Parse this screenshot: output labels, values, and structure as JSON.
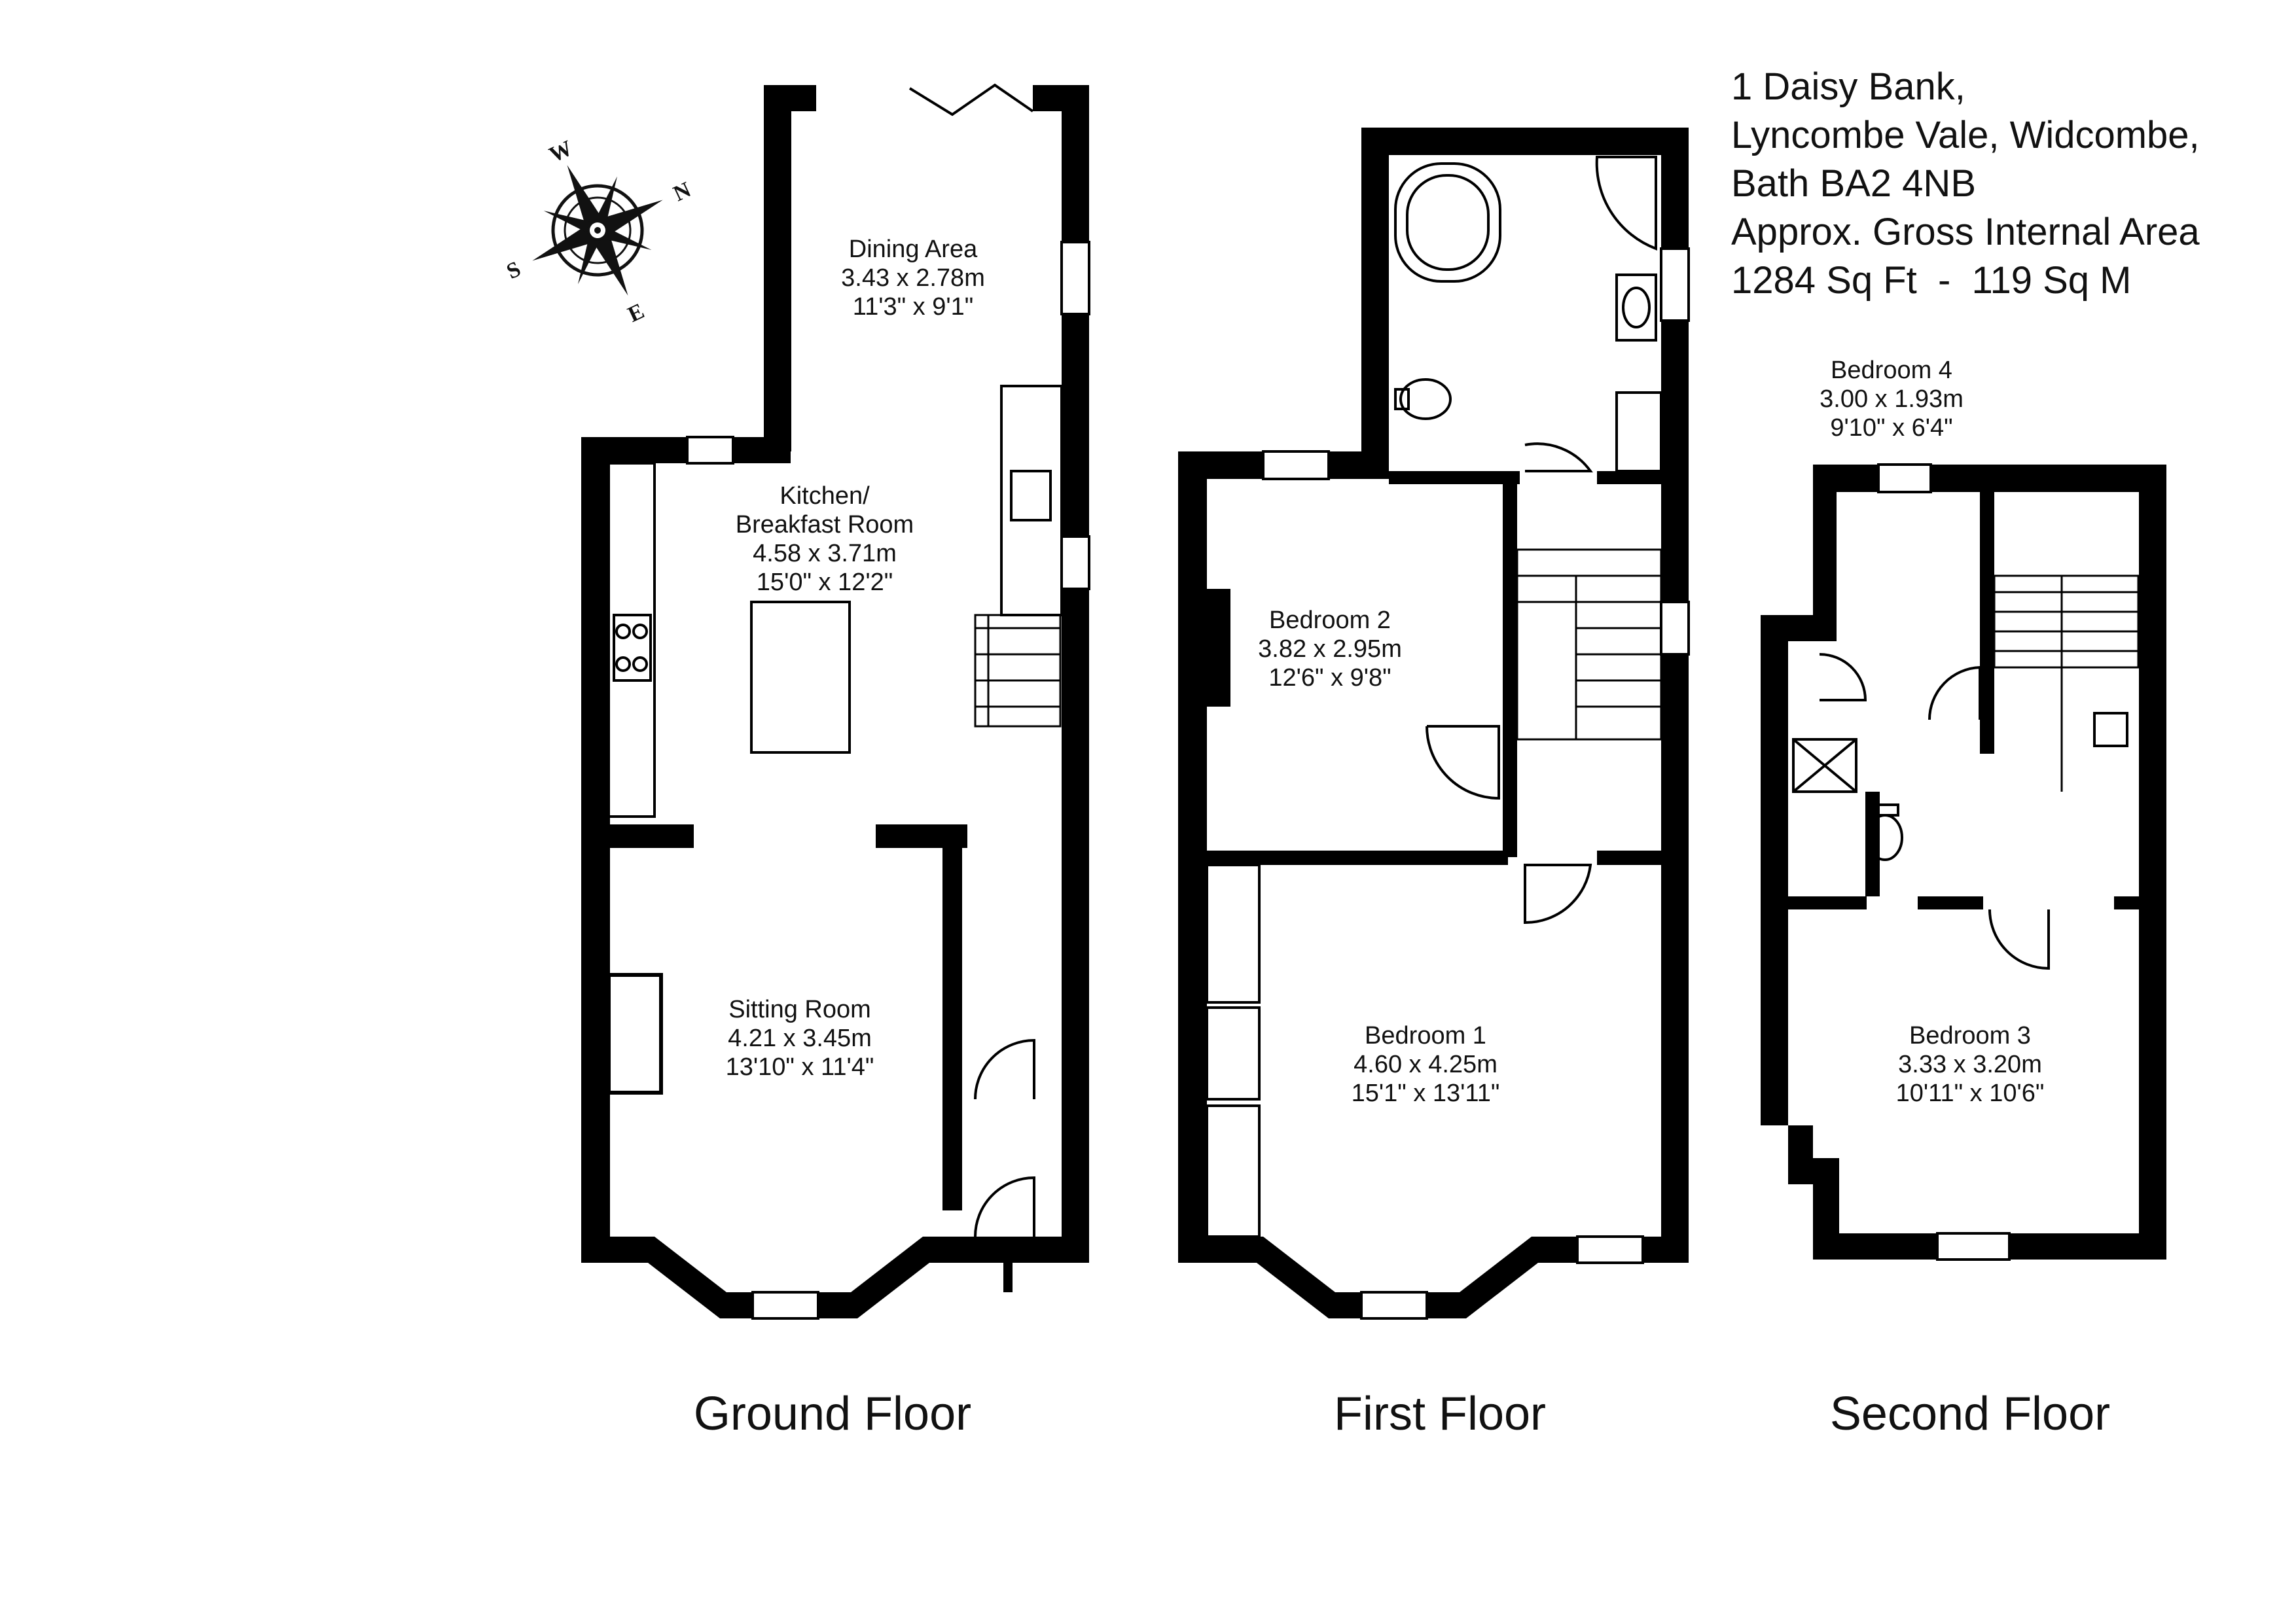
{
  "address": {
    "line1": "1 Daisy Bank,",
    "line2": "Lyncombe Vale, Widcombe,",
    "line3": "Bath BA2 4NB",
    "area_label": "Approx. Gross Internal Area",
    "area_value": "1284 Sq Ft  -  119 Sq M"
  },
  "compass": {
    "n": "N",
    "e": "E",
    "s": "S",
    "w": "W"
  },
  "floors": {
    "ground": "Ground Floor",
    "first": "First Floor",
    "second": "Second Floor"
  },
  "rooms": {
    "dining": {
      "name": "Dining Area",
      "metric": "3.43 x 2.78m",
      "imperial": "11'3\" x 9'1\""
    },
    "kitchen": {
      "name1": "Kitchen/",
      "name2": "Breakfast Room",
      "metric": "4.58 x 3.71m",
      "imperial": "15'0\" x 12'2\""
    },
    "sitting": {
      "name": "Sitting Room",
      "metric": "4.21 x 3.45m",
      "imperial": "13'10\" x 11'4\""
    },
    "bed2": {
      "name": "Bedroom 2",
      "metric": "3.82 x 2.95m",
      "imperial": "12'6\" x 9'8\""
    },
    "bed1": {
      "name": "Bedroom 1",
      "metric": "4.60 x 4.25m",
      "imperial": "15'1\" x 13'11\""
    },
    "bed4": {
      "name": "Bedroom 4",
      "metric": "3.00 x 1.93m",
      "imperial": "9'10\" x 6'4\""
    },
    "bed3": {
      "name": "Bedroom 3",
      "metric": "3.33 x 3.20m",
      "imperial": "10'11\" x 10'6\""
    }
  },
  "colors": {
    "wall": "#000000",
    "background": "#ffffff",
    "text": "#111111"
  }
}
